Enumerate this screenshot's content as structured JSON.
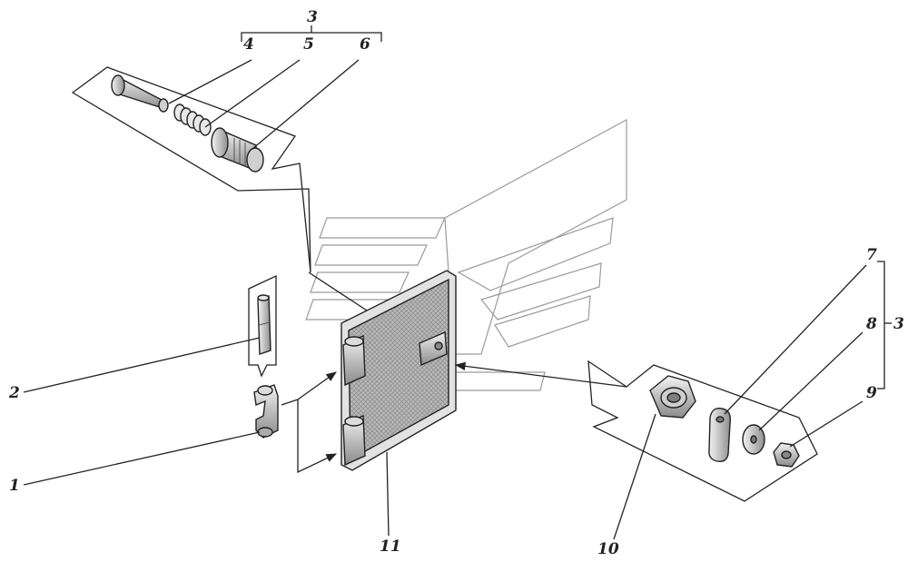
{
  "labels": {
    "pin": "4",
    "spring": "5",
    "bushing": "6",
    "lock_group": "3",
    "hinge_pin": "2",
    "hinge": "1",
    "door": "11",
    "nut": "10",
    "plate": "7",
    "washer": "8",
    "small_nut": "9",
    "fastener_group": "3"
  }
}
